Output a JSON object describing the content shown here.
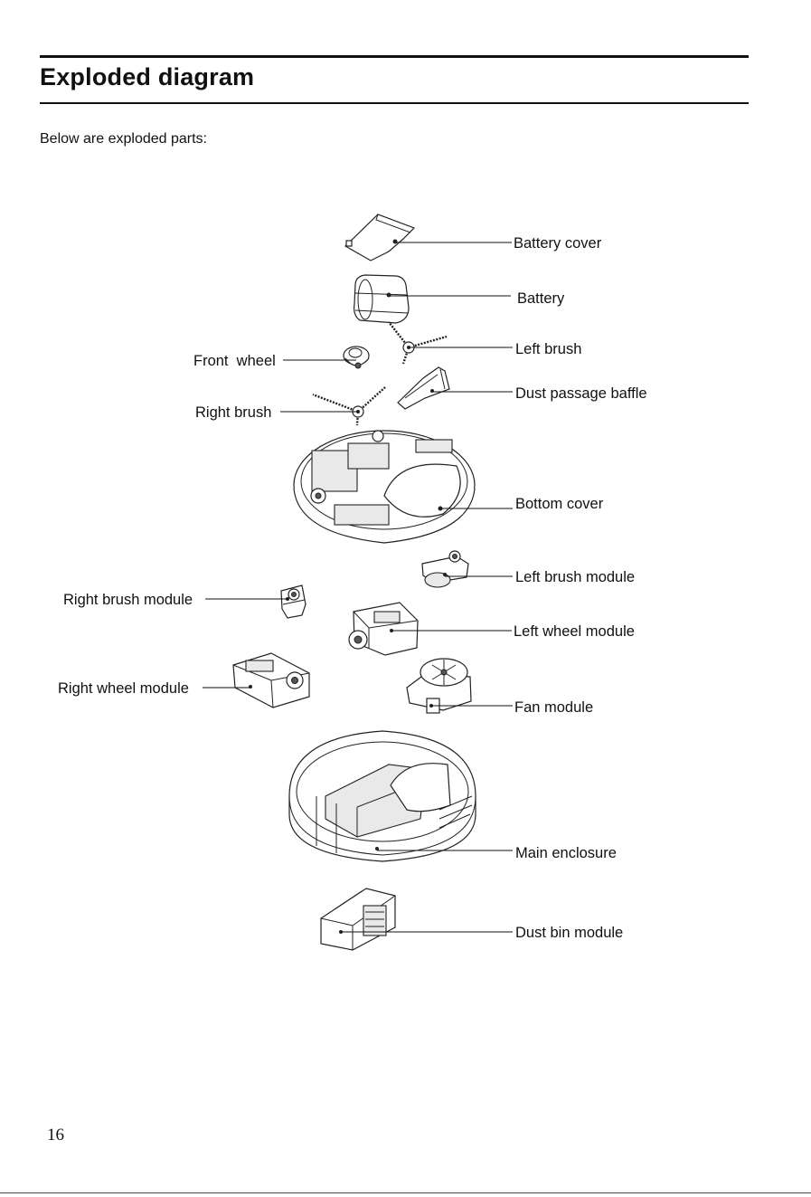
{
  "page": {
    "title": "Exploded diagram",
    "intro": "Below are exploded parts:",
    "page_number": "16"
  },
  "labels": {
    "battery_cover": "Battery cover",
    "battery": "Battery",
    "left_brush": "Left brush",
    "front_wheel": "Front  wheel",
    "dust_passage_baffle": "Dust passage baffle",
    "right_brush": "Right brush",
    "bottom_cover": "Bottom cover",
    "left_brush_module": "Left brush module",
    "right_brush_module": "Right brush module",
    "left_wheel_module": "Left wheel module",
    "right_wheel_module": "Right wheel module",
    "fan_module": "Fan module",
    "main_enclosure": "Main enclosure",
    "dust_bin_module": "Dust bin module"
  }
}
